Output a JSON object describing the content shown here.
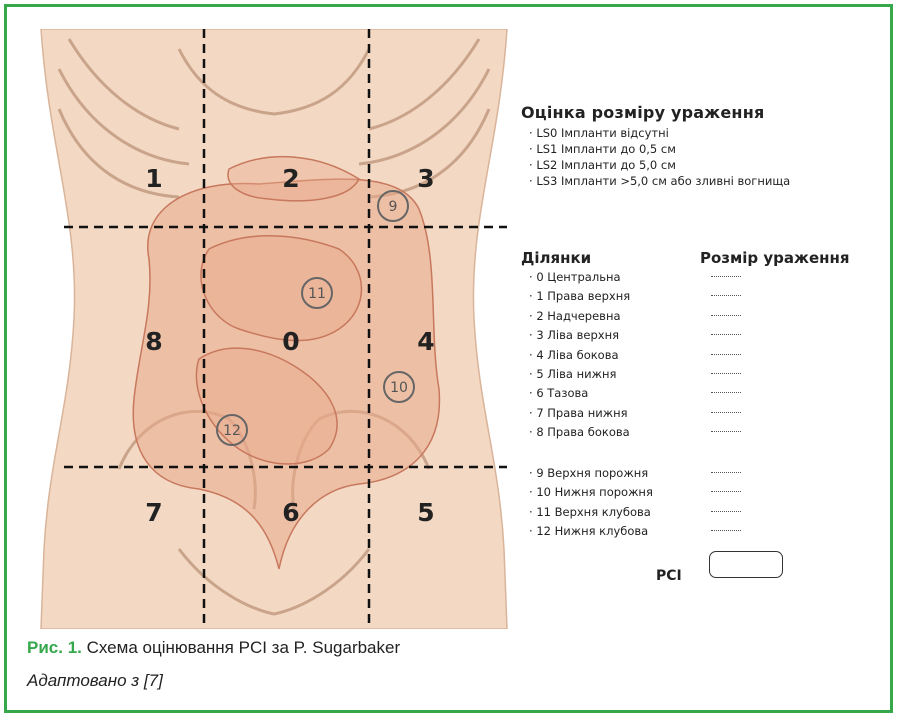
{
  "figure": {
    "region_numbers": [
      "0",
      "1",
      "2",
      "3",
      "4",
      "5",
      "6",
      "7",
      "8"
    ],
    "circled_numbers": [
      "9",
      "10",
      "11",
      "12"
    ]
  },
  "lesion_size": {
    "title": "Оцінка розміру ураження",
    "items": [
      "LS0 Імпланти відсутні",
      "LS1 Імпланти до 0,5 см",
      "LS2 Імпланти до 5,0 см",
      "LS3 Імпланти >5,0 см або зливні вогнища"
    ]
  },
  "regions": {
    "header_regions": "Ділянки",
    "header_size": "Розмір ураження",
    "group1": [
      "0 Центральна",
      "1 Права верхня",
      "2 Надчеревна",
      "3 Ліва верхня",
      "4 Ліва бокова",
      "5 Ліва нижня",
      "6 Тазова",
      "7 Права нижня",
      "8 Права бокова"
    ],
    "group2": [
      "9 Верхня порожня",
      "10 Нижня порожня",
      "11 Верхня клубова",
      "12 Нижня клубова"
    ],
    "pci_label": "PCI"
  },
  "caption": {
    "fig_label": "Рис. 1.",
    "text": " Схема оцінювання PCI за P. Sugarbaker",
    "source": "Адаптовано з [7]"
  },
  "colors": {
    "frame": "#36a84b",
    "skin": "#f3d9c4",
    "intestine": "#e8a98c"
  }
}
